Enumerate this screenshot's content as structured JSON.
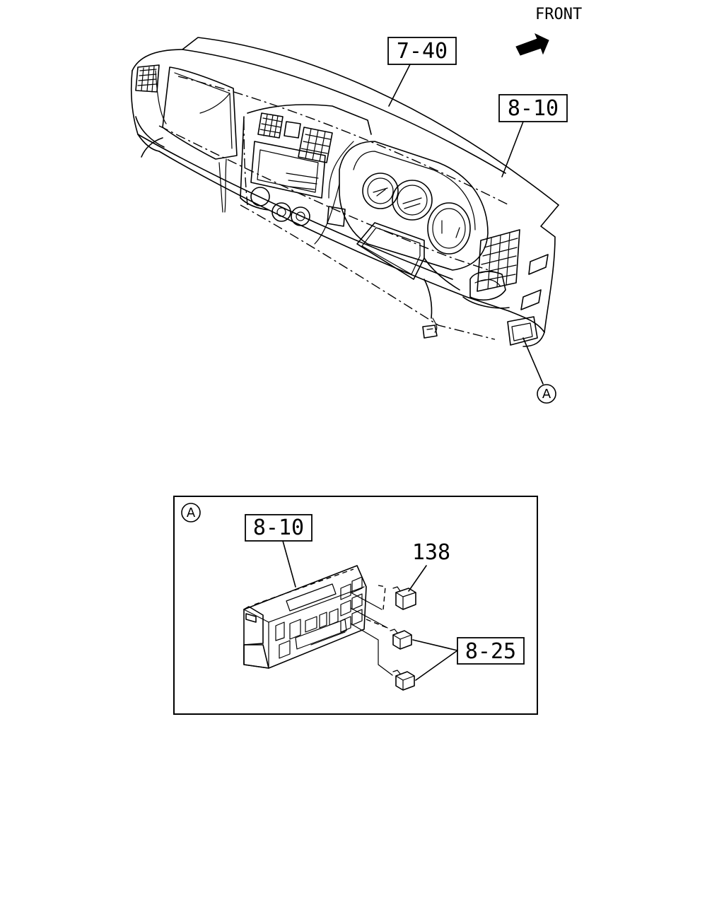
{
  "direction": {
    "label": "FRONT",
    "arrow_icon": "front-arrow-icon"
  },
  "callouts": {
    "dashboard_harness": "7-40",
    "dashboard_module": "8-10",
    "detail_ref": "A"
  },
  "detail": {
    "ref": "A",
    "module_label": "8-10",
    "part_138": "138",
    "part_825": "8-25"
  }
}
